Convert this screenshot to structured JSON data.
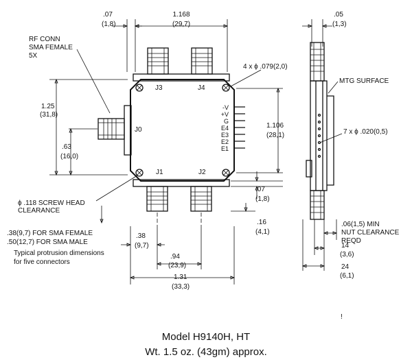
{
  "dims": {
    "d_07_top": ".07",
    "d_07_top_mm": "(1,8)",
    "d_1168": "1.168",
    "d_1168_mm": "(29,7)",
    "d_05": ".05",
    "d_05_mm": "(1,3)",
    "d_125": "1.25",
    "d_125_mm": "(31,8)",
    "d_63": ".63",
    "d_63_mm": "(16,0)",
    "d_1106": "1.106",
    "d_1106_mm": "(28,1)",
    "d_07_right": ".07",
    "d_07_right_mm": "(1,8)",
    "d_16": ".16",
    "d_16_mm": "(4,1)",
    "d_38": ".38",
    "d_38_mm": "(9,7)",
    "d_94": ".94",
    "d_94_mm": "(23,9)",
    "d_131": "1.31",
    "d_131_mm": "(33,3)",
    "d_14": "14",
    "d_14_mm": "(3,6)",
    "d_24": "24",
    "d_24_mm": "(6,1)"
  },
  "labels": {
    "rf_conn_1": "RF CONN",
    "rf_conn_2": "SMA FEMALE",
    "rf_conn_3": "5X",
    "mount_holes": "4 x ϕ .079(2,0)",
    "mtg_surface": "MTG SURFACE",
    "pins": "7 x ϕ .020(0,5)",
    "screw_1": "ϕ .118 SCREW HEAD",
    "screw_2": "CLEARANCE",
    "protrusion_1": ".38(9,7) FOR SMA  FEMALE",
    "protrusion_2": ".50(12,7) FOR SMA MALE",
    "protrusion_3": "Typical protrusion dimensions",
    "protrusion_4": "for five connectors",
    "nut_1": ".06(1,5) MIN",
    "nut_2": "NUT CLEARANCE",
    "nut_3": "REQD",
    "tick_mark": "!"
  },
  "connectors": {
    "j0": "J0",
    "j1": "J1",
    "j2": "J2",
    "j3": "J3",
    "j4": "J4"
  },
  "pin_labels": [
    "-V",
    "+V",
    "G",
    "E4",
    "E3",
    "E2",
    "E1"
  ],
  "caption": {
    "model": "Model H9140H, HT",
    "weight": "Wt. 1.5 oz. (43gm) approx."
  }
}
